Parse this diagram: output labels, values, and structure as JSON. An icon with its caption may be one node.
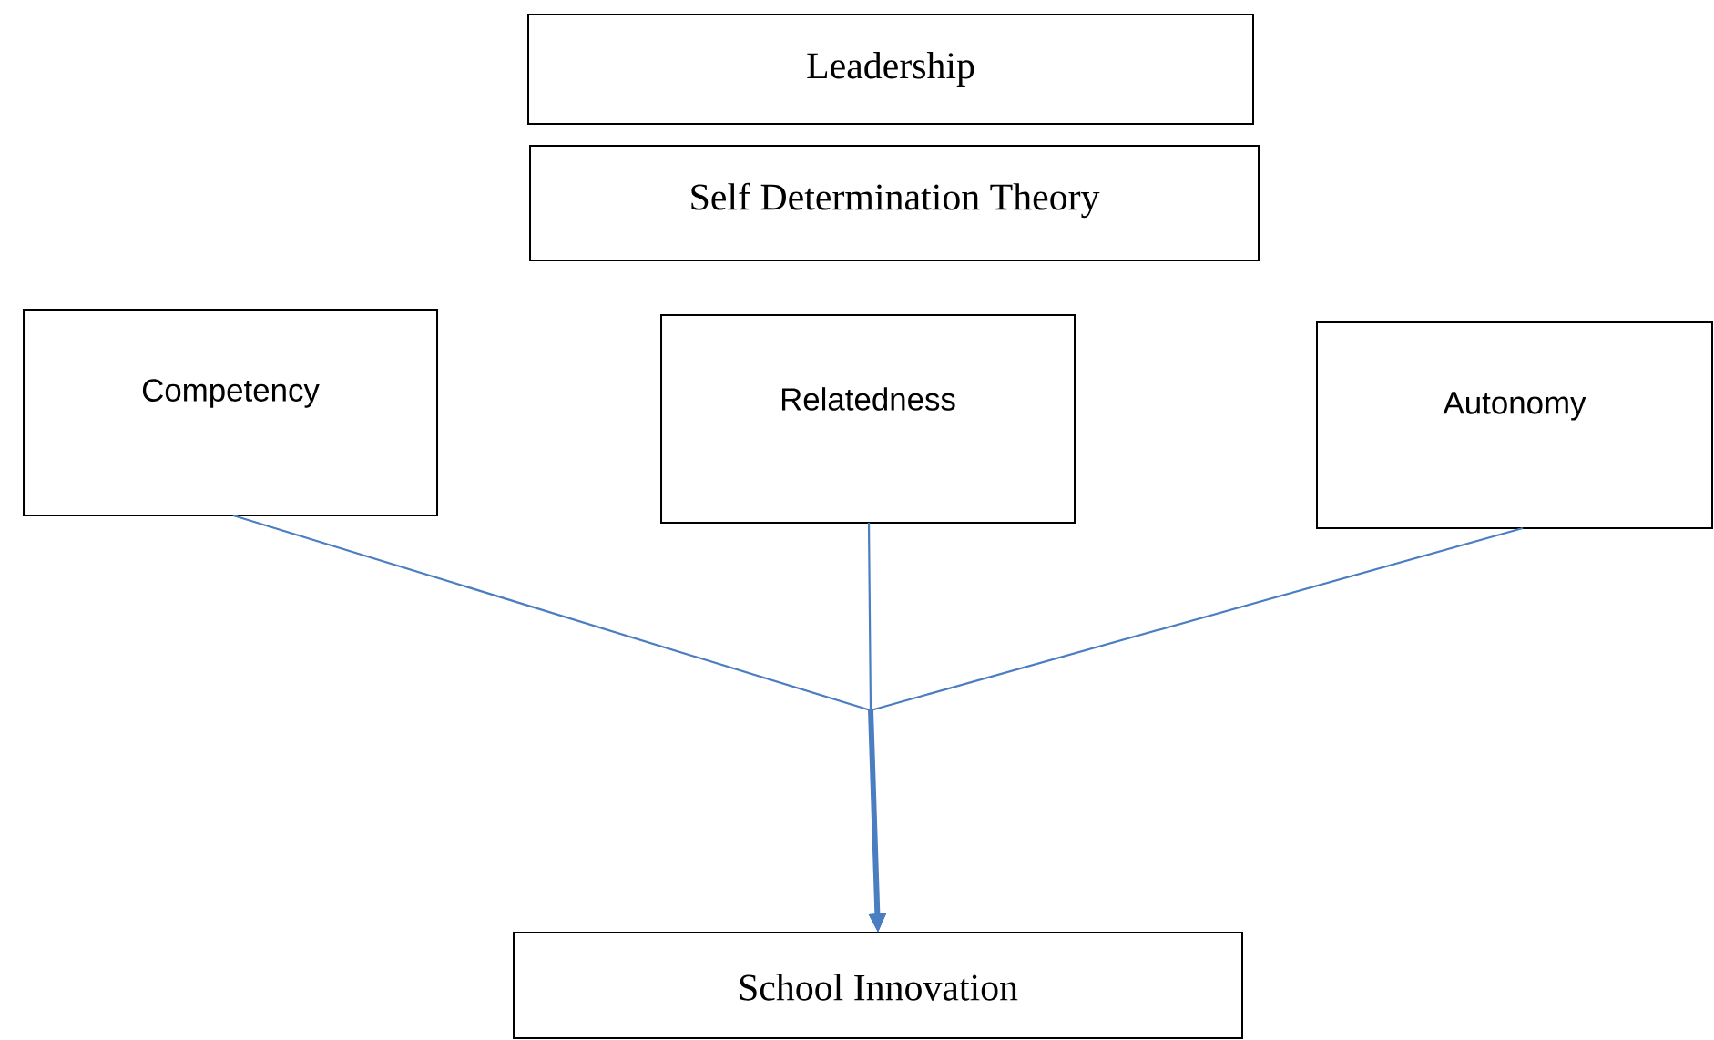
{
  "diagram": {
    "nodes": [
      {
        "text": [
          "Leadership"
        ]
      },
      {
        "text": [
          "Self Determination Theory"
        ]
      },
      {
        "text": [
          "Competency"
        ]
      },
      {
        "text": [
          "Relatedness"
        ]
      },
      {
        "text": [
          "Autonomy"
        ]
      },
      {
        "text": [
          "School Innovation"
        ]
      }
    ],
    "edges": [
      {
        "from": 2,
        "to": 5,
        "arrow": "to"
      },
      {
        "from": 3,
        "to": 5,
        "arrow": "to"
      },
      {
        "from": 4,
        "to": 5,
        "arrow": "to"
      }
    ]
  }
}
